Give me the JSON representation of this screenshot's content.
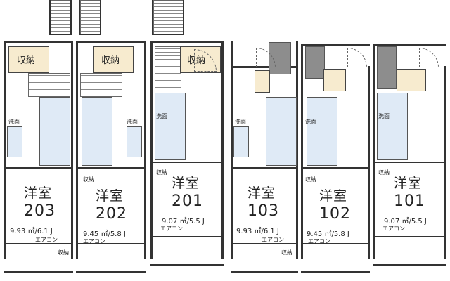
{
  "units": [
    {
      "id": "u203",
      "room_type": "洋室",
      "number": "203",
      "area": "9.93 ㎡/6.1 J",
      "closet": "収納",
      "storage_small": "",
      "laundry": "洗面",
      "aircon": "エアコン",
      "storage_balcony": "収納"
    },
    {
      "id": "u202",
      "room_type": "洋室",
      "number": "202",
      "area": "9.45 ㎡/5.8 J",
      "closet": "収納",
      "storage_small": "収納",
      "laundry": "洗面",
      "aircon": "エアコン",
      "storage_balcony": ""
    },
    {
      "id": "u201",
      "room_type": "洋室",
      "number": "201",
      "area": "9.07 ㎡/5.5 J",
      "closet": "収納",
      "storage_small": "収納",
      "laundry": "洗面",
      "aircon": "エアコン",
      "storage_balcony": ""
    },
    {
      "id": "u103",
      "room_type": "洋室",
      "number": "103",
      "area": "9.93 ㎡/6.1 J",
      "closet": "",
      "storage_small": "",
      "laundry": "洗面",
      "aircon": "エアコン",
      "storage_balcony": "収納"
    },
    {
      "id": "u102",
      "room_type": "洋室",
      "number": "102",
      "area": "9.45 ㎡/5.8 J",
      "closet": "",
      "storage_small": "収納",
      "laundry": "洗面",
      "aircon": "エアコン",
      "storage_balcony": ""
    },
    {
      "id": "u101",
      "room_type": "洋室",
      "number": "101",
      "area": "9.07 ㎡/5.5 J",
      "closet": "",
      "storage_small": "収納",
      "laundry": "洗面",
      "aircon": "エアコン",
      "storage_balcony": ""
    }
  ]
}
